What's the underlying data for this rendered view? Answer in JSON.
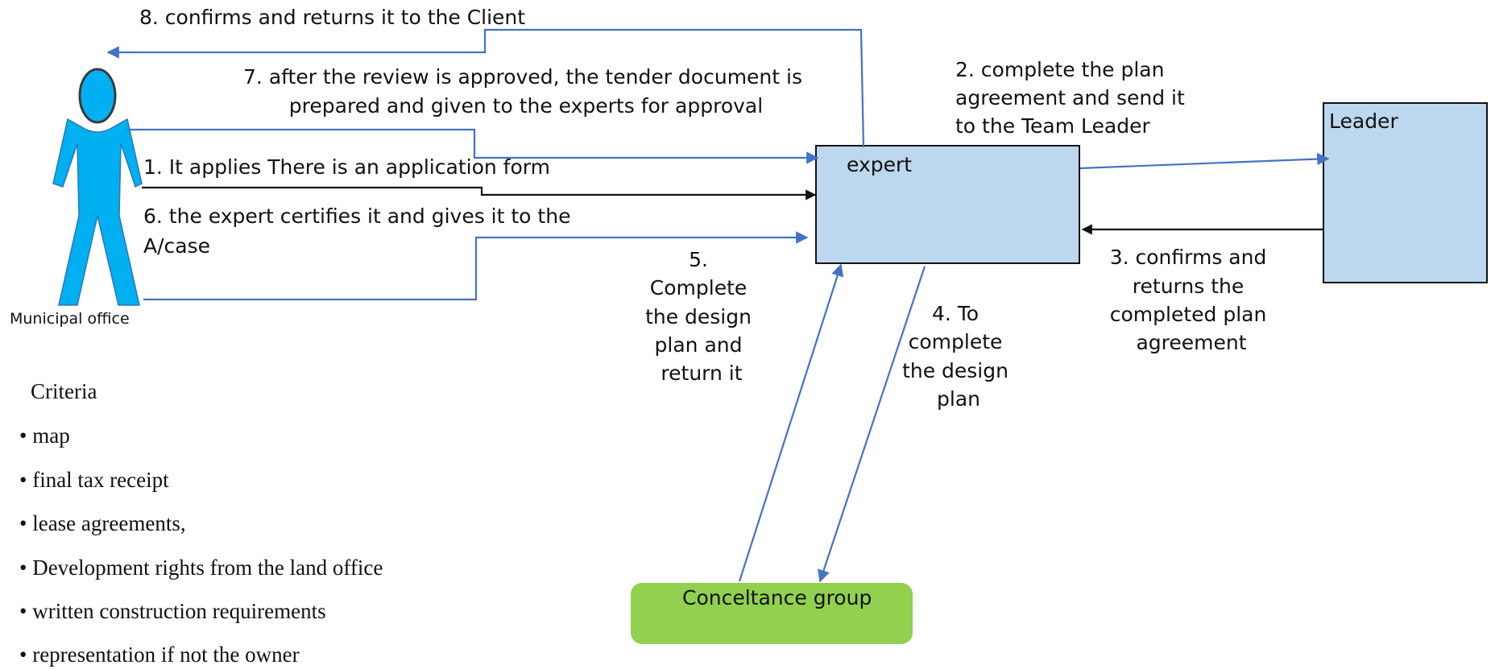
{
  "nodes": {
    "actor_label": "Municipal office",
    "expert": "expert",
    "leader": "Leader",
    "consultance": "Conceltance group"
  },
  "steps": {
    "s1": "1. It applies There is an application form",
    "s2": [
      "2. complete the plan",
      "agreement and send it",
      "to the Team Leader"
    ],
    "s3": [
      "3. confirms and",
      "returns the",
      "completed plan",
      "agreement"
    ],
    "s4": [
      "4. To",
      "complete",
      "the design",
      "plan"
    ],
    "s5": [
      "5.",
      "Complete",
      "the design",
      "plan and",
      "return it"
    ],
    "s6": [
      "6. the expert certifies it and gives it to the",
      "A/case"
    ],
    "s7": [
      "7. after the review is approved, the tender document is",
      "prepared and given to the experts for approval"
    ],
    "s8": "8. confirms and returns it to the Client"
  },
  "criteria": {
    "title": "Criteria",
    "items": [
      "• map",
      "• final tax receipt",
      "• lease agreements,",
      "• Development rights from the land office",
      "• written construction requirements",
      "• representation if not the owner"
    ]
  },
  "colors": {
    "box_fill": "#bdd7ee",
    "box_stroke": "#111111",
    "actor": "#00b0f0",
    "consultance_fill": "#92d050",
    "edge": "#4472c4"
  }
}
